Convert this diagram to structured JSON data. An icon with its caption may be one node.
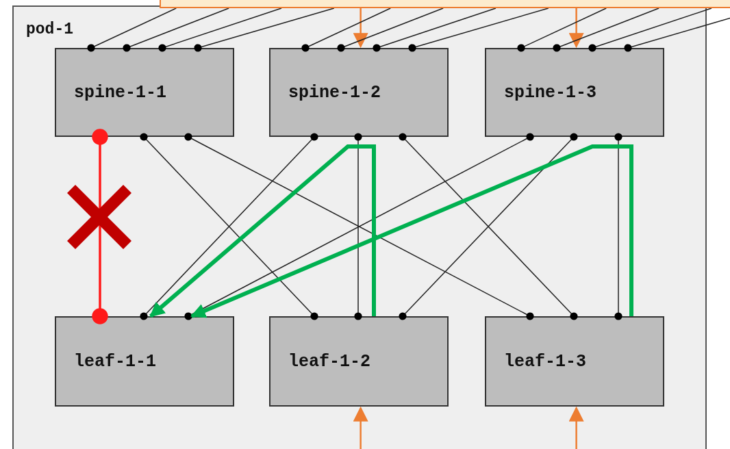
{
  "diagram": {
    "nodes": [
      {
        "text": [
          "pod-1"
        ]
      },
      {
        "text": [
          "spine-1-1"
        ],
        "in": 0
      },
      {
        "text": [
          "spine-1-2"
        ],
        "in": 0
      },
      {
        "text": [
          "spine-1-3"
        ],
        "in": 0
      },
      {
        "text": [
          "leaf-1-1"
        ],
        "in": 0
      },
      {
        "text": [
          "leaf-1-2"
        ],
        "in": 0
      },
      {
        "text": [
          "leaf-1-3"
        ],
        "in": 0
      },
      {
        "text": [],
        "shape": "box"
      }
    ],
    "edges": [
      {
        "from": 1,
        "to": 4,
        "arrow": "other",
        "style": "thick",
        "color": "#ff1a1a"
      },
      {
        "from": 1,
        "to": 5,
        "arrow": "other"
      },
      {
        "from": 1,
        "to": 6,
        "arrow": "other"
      },
      {
        "from": 2,
        "to": 4,
        "arrow": "other"
      },
      {
        "from": 2,
        "to": 5,
        "arrow": "other"
      },
      {
        "from": 2,
        "to": 6,
        "arrow": "other"
      },
      {
        "from": 3,
        "to": 4,
        "arrow": "other"
      },
      {
        "from": 3,
        "to": 5,
        "arrow": "other"
      },
      {
        "from": 3,
        "to": 6,
        "arrow": "other"
      },
      {
        "from": 5,
        "to": 4,
        "arrow": "to",
        "style": "thick",
        "color": "#00b050"
      },
      {
        "from": 6,
        "to": 4,
        "arrow": "to",
        "style": "thick",
        "color": "#00b050"
      },
      {
        "from": 7,
        "to": 2,
        "arrow": "to",
        "color": "#ed7d31"
      },
      {
        "from": 7,
        "to": 3,
        "arrow": "to",
        "color": "#ed7d31"
      },
      {
        "from": null,
        "to": 5,
        "arrow": "to",
        "color": "#ed7d31"
      },
      {
        "from": null,
        "to": 6,
        "arrow": "to",
        "color": "#ed7d31"
      },
      {
        "from": 7,
        "to": 1,
        "arrow": "other"
      },
      {
        "from": 7,
        "to": 1,
        "arrow": "other"
      },
      {
        "from": 7,
        "to": 1,
        "arrow": "other"
      },
      {
        "from": 7,
        "to": 1,
        "arrow": "other"
      },
      {
        "from": 7,
        "to": 2,
        "arrow": "other"
      },
      {
        "from": 7,
        "to": 2,
        "arrow": "other"
      },
      {
        "from": 7,
        "to": 2,
        "arrow": "other"
      },
      {
        "from": 7,
        "to": 2,
        "arrow": "other"
      },
      {
        "from": 7,
        "to": 3,
        "arrow": "other"
      },
      {
        "from": 7,
        "to": 3,
        "arrow": "other"
      },
      {
        "from": 7,
        "to": 3,
        "arrow": "other"
      },
      {
        "from": 7,
        "to": 3,
        "arrow": "other"
      }
    ]
  }
}
